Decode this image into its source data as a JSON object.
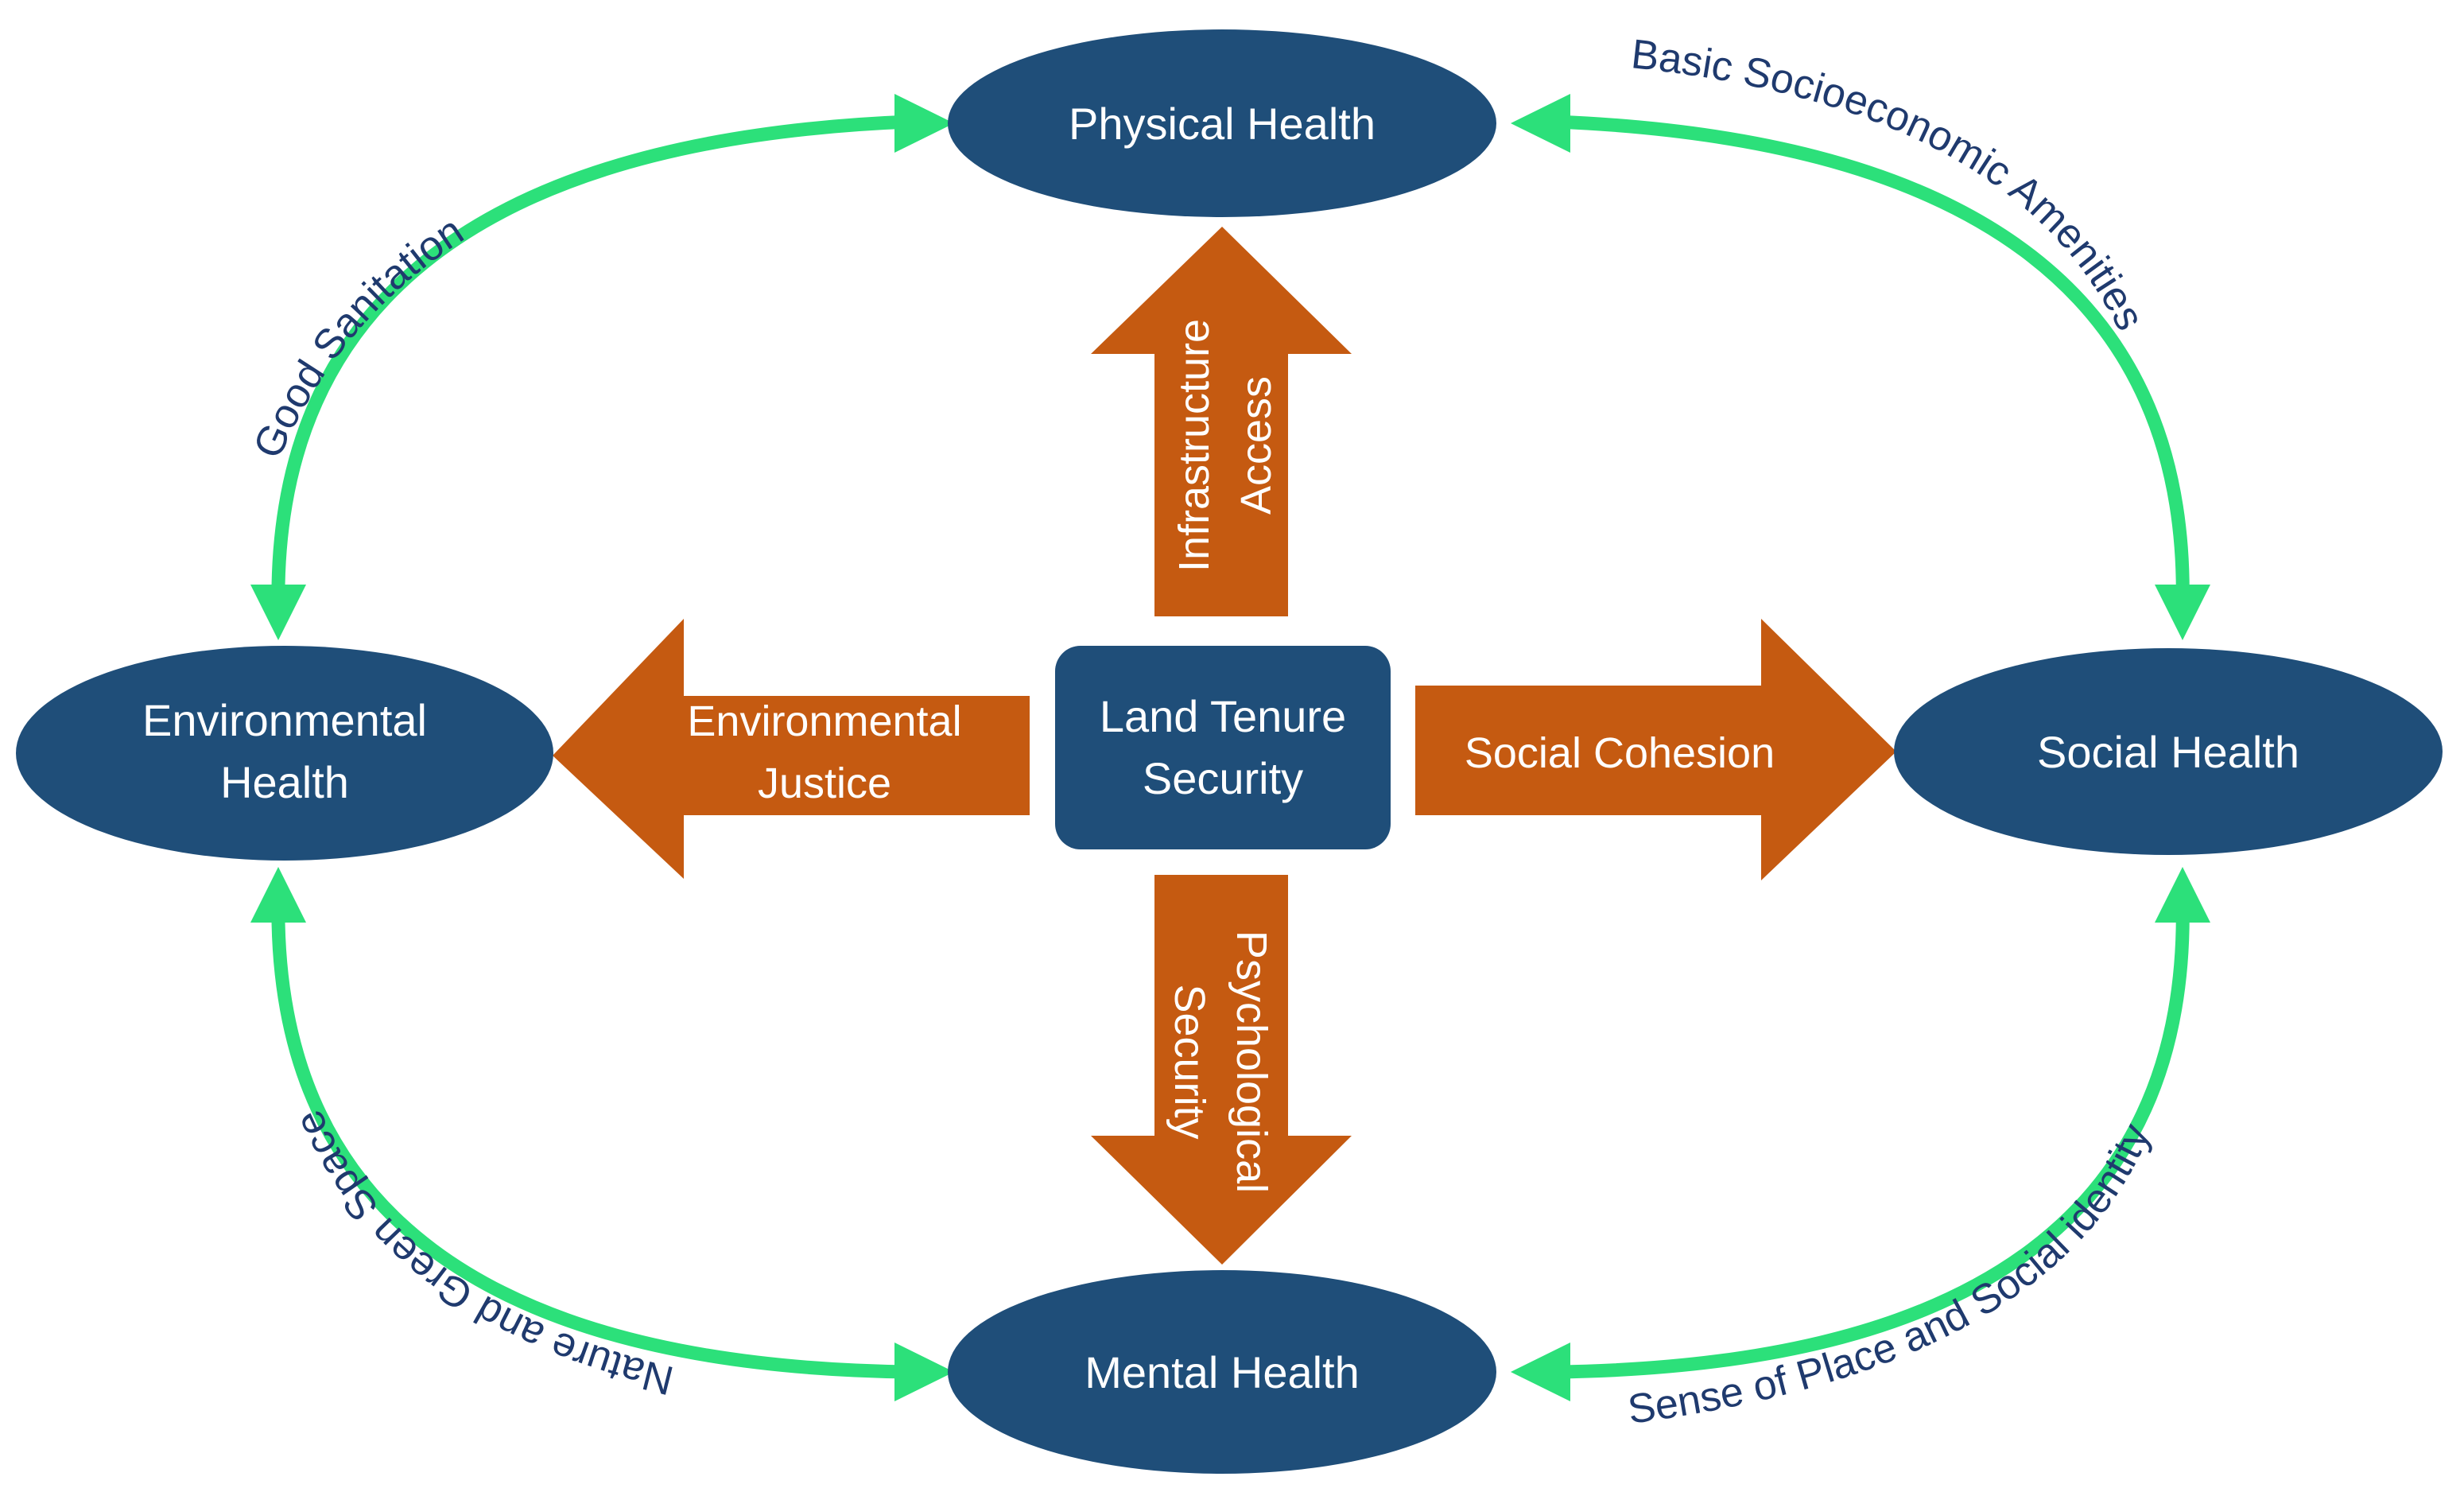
{
  "colors": {
    "node": "#1f4e79",
    "orange_arrow": "#c55a11",
    "green_arrow": "#2ce07a",
    "edge_label": "#1f3a6e",
    "node_text": "#ffffff"
  },
  "nodes": {
    "physical": "Physical Health",
    "environmental_1": "Environmental",
    "environmental_2": "Health",
    "social": "Social Health",
    "mental": "Mental Health",
    "center_1": "Land Tenure",
    "center_2": "Security"
  },
  "orange_arrows": {
    "up_1": "Infrastructure",
    "up_2": "Access",
    "left_1": "Environmental",
    "left_2": "Justice",
    "right": "Social Cohesion",
    "down_1": "Psychological",
    "down_2": "Security"
  },
  "green_links": {
    "top_left": "Good Sanitation",
    "top_right": "Basic Socioeconomic Amenities",
    "bottom_left": "Nature and Green Space",
    "bottom_right": "Sense of Place and Social identity"
  }
}
